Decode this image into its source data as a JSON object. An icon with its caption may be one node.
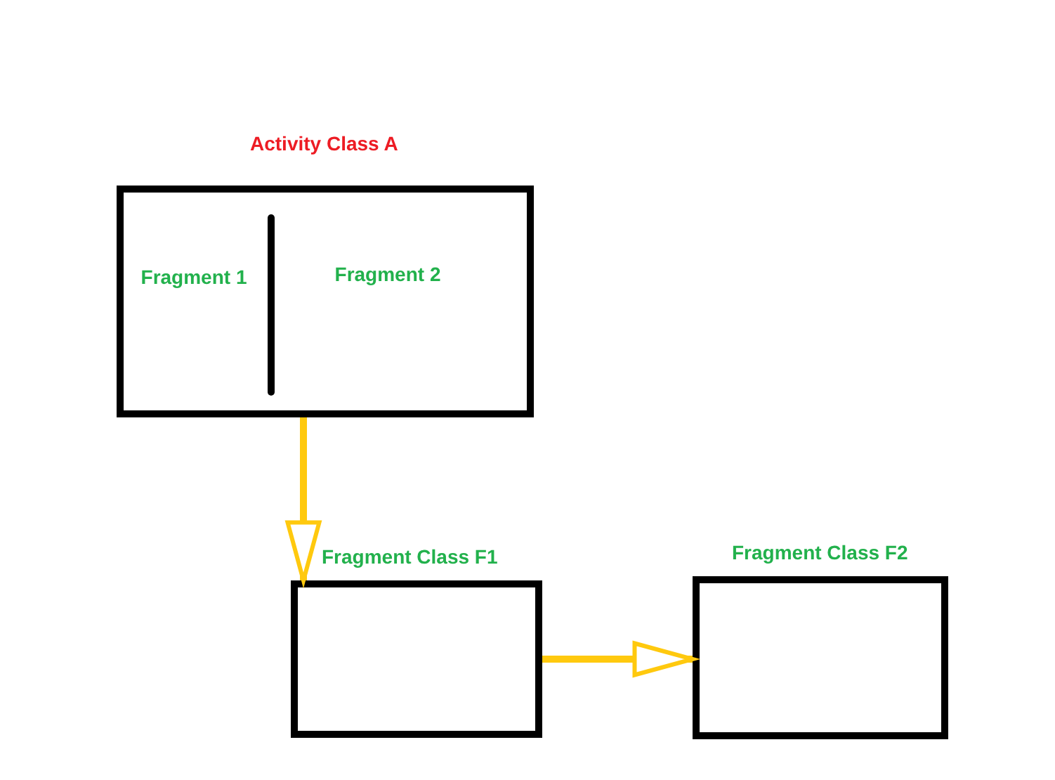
{
  "diagram": {
    "nodes": [
      {
        "text": [
          "Activity Class  A"
        ]
      },
      {
        "text": [
          "Fragment 1"
        ],
        "in": 0
      },
      {
        "text": [
          "Fragment 2"
        ],
        "in": 0
      },
      {
        "text": [
          "Fragment Class F1"
        ]
      },
      {
        "text": [
          "Fragment Class F2"
        ]
      }
    ],
    "edges": [
      {
        "from": 0,
        "to": 3,
        "arrow": "to",
        "color": "#ffc90e"
      },
      {
        "from": 3,
        "to": 4,
        "arrow": "to",
        "color": "#ffc90e"
      }
    ]
  }
}
